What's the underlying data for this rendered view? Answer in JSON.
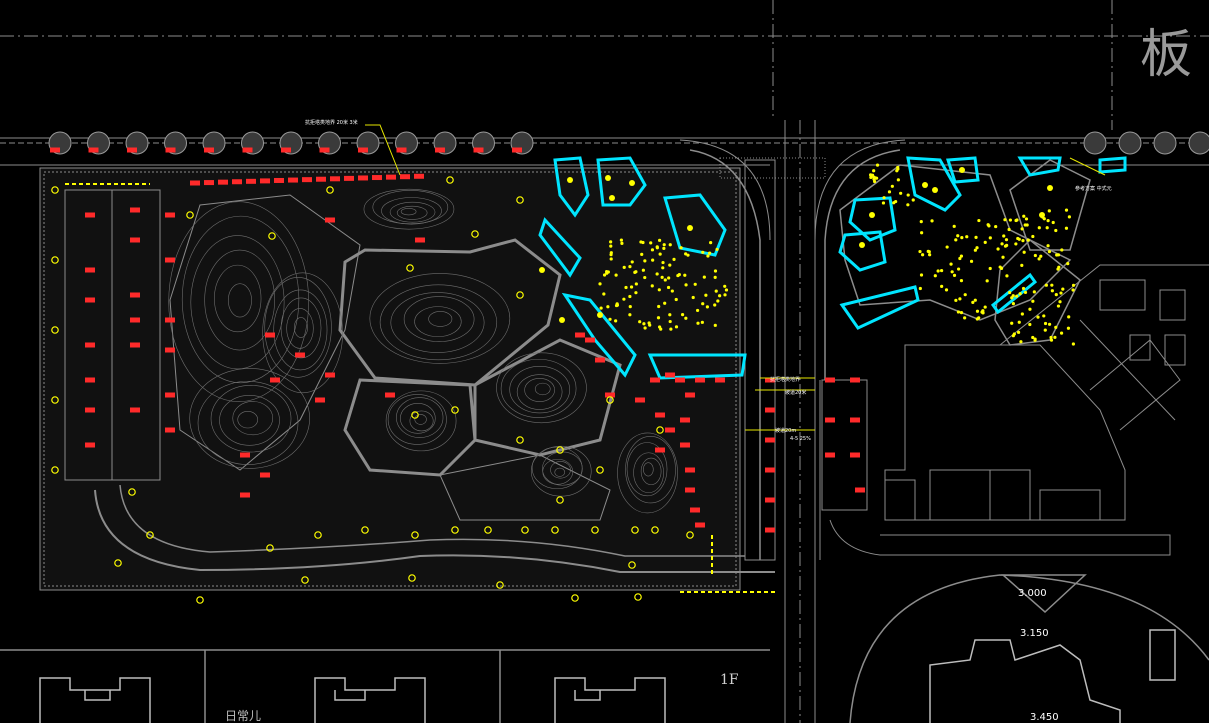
{
  "drawing": {
    "corner_char": "板",
    "floor_label": "1F",
    "bottom_note": "日常儿",
    "level_marks": [
      "3.000",
      "3.150",
      "3.450"
    ],
    "callouts": [
      "抗拒塔类地界 20米 3米",
      "抗拒塔类地界",
      "坡道20米",
      "坡道20m",
      "4-5 25%"
    ],
    "right_callout": "参考方案 中式元"
  },
  "colors": {
    "background": "#000000",
    "linework": "#8c8c8c",
    "highlight_cyan": "#00e5ff",
    "lamp_yellow": "#ffff00",
    "marker_red": "#ff2a2a",
    "leader_yellow": "#e6e600"
  },
  "legend_icons": [
    "tree-icon",
    "lamp-icon",
    "spot-marker-icon"
  ]
}
